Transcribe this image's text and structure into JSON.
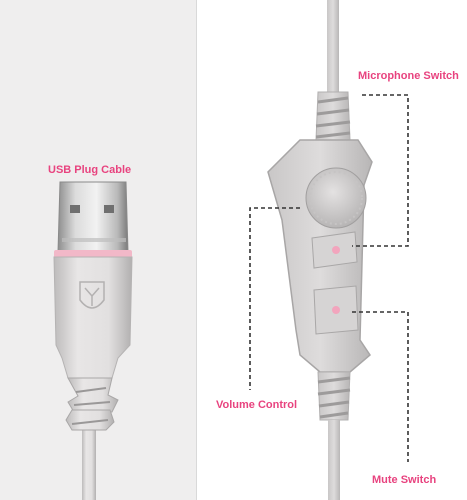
{
  "labels": {
    "usb": "USB Plug Cable",
    "mic": "Microphone Switch",
    "volume": "Volume Control",
    "mute": "Mute Switch"
  },
  "colors": {
    "label": "#e8437f",
    "accent_pink": "#f2b8c8",
    "body_grey": "#d2d0d0",
    "left_background": "#efeeee"
  },
  "icons": {
    "logo": "sades-logo",
    "mic_indicator": "microphone-icon",
    "mute_indicator": "mute-icon"
  }
}
